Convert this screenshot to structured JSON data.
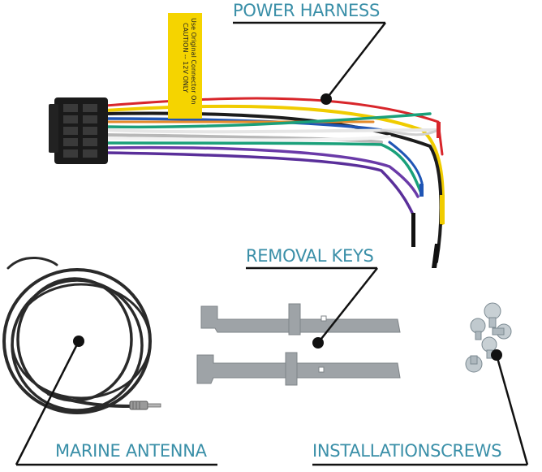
{
  "labels": {
    "power_harness": "POWER HARNESS",
    "removal_keys": "REMOVAL KEYS",
    "marine_antenna": "MARINE ANTENNA",
    "installation_screws": "INSTALLATIONSCREWS"
  },
  "caution_tag": {
    "line1": "CAUTION -- 12V ONLY",
    "line2": "Use Original Connector On"
  },
  "colors": {
    "label_text": "#3a8fa8",
    "callout_line": "#111111",
    "tag_yellow": "#f5d400",
    "connector": "#1a1a1a",
    "key_gray": "#9ea3a7"
  }
}
